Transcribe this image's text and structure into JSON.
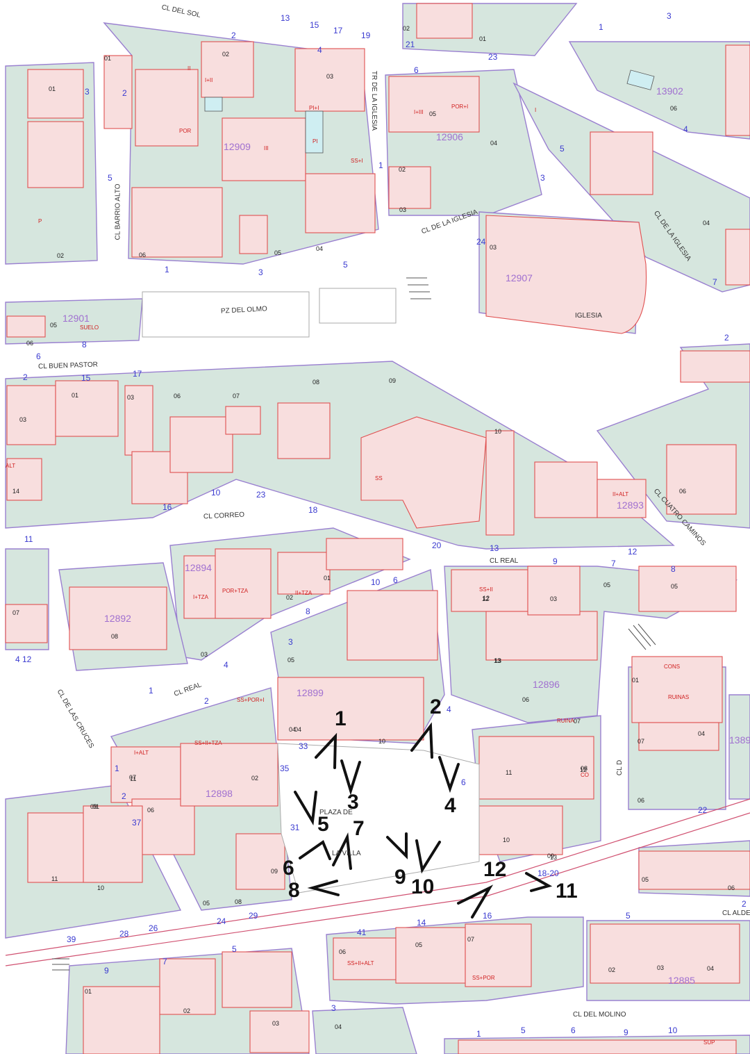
{
  "colors": {
    "background": "#ffffff",
    "block_fill": "#d6e6de",
    "building_fill": "#f8dede",
    "building_stroke": "#e05050",
    "parcel_stroke": "#9a80d0",
    "street_number": "#3a3ad0",
    "parcel_id": "#a070d0",
    "floor_code": "#d02020",
    "viewpoint": "#111111"
  },
  "streets": {
    "cl_del_sol": "CL DEL SOL",
    "cl_barrio_alto": "CL BARRIO ALTO",
    "tr_de_la_iglesia": "TR DE LA IGLESIA",
    "cl_de_la_iglesia_1": "CL DE LA IGLESIA",
    "cl_de_la_iglesia_2": "CL DE LA IGLESIA",
    "pz_del_olmo": "PZ DEL OLMO",
    "cl_buen_pastor": "CL BUEN PASTOR",
    "cl_correo": "CL CORREO",
    "cl_cuatro_caminos": "CL CUATRO CAMINOS",
    "cl_real_1": "CL REAL",
    "cl_real_2": "CL REAL",
    "cl_de_las_cruces": "CL DE LAS CRUCES",
    "plaza_1": "PLAZA DE",
    "plaza_2": "LA VILLA",
    "cl_d": "CL D",
    "cl_alde": "CL ALDE",
    "cl_del_molino": "CL DEL MOLINO",
    "iglesia": "IGLESIA"
  },
  "parcels": {
    "p12909": "12909",
    "p12906": "12906",
    "p13902": "13902",
    "p12907": "12907",
    "p12901": "12901",
    "p12893": "12893",
    "p12894": "12894",
    "p12892": "12892",
    "p12899": "12899",
    "p12896": "12896",
    "p12898": "12898",
    "p12885": "12885",
    "p1389": "1389"
  },
  "house_numbers": [
    "13",
    "15",
    "17",
    "19",
    "21",
    "23",
    "3",
    "1",
    "2",
    "4",
    "6",
    "2",
    "3",
    "5",
    "1",
    "3",
    "5",
    "24",
    "7",
    "5",
    "3",
    "1",
    "2",
    "4",
    "6",
    "8",
    "2",
    "15",
    "17",
    "23",
    "10",
    "16",
    "18",
    "20",
    "13",
    "12",
    "11",
    "9",
    "7",
    "8",
    "10",
    "6",
    "8",
    "4",
    "1",
    "2",
    "3",
    "4",
    "12",
    "1",
    "2",
    "37",
    "35",
    "33",
    "31",
    "29",
    "24",
    "26",
    "28",
    "39",
    "41",
    "14",
    "16",
    "18-20",
    "22",
    "9",
    "7",
    "5",
    "3",
    "1",
    "5",
    "6",
    "9",
    "10",
    "2",
    "5",
    "4",
    "6"
  ],
  "sub_numbers": [
    "02",
    "03",
    "04",
    "05",
    "06",
    "01",
    "02",
    "01",
    "02",
    "03",
    "04",
    "05",
    "06",
    "01",
    "02",
    "03",
    "04",
    "05",
    "06",
    "01",
    "03",
    "06",
    "07",
    "08",
    "09",
    "10",
    "14",
    "03",
    "01",
    "02",
    "03",
    "05",
    "06",
    "12",
    "13",
    "06",
    "07",
    "05",
    "01",
    "04",
    "06",
    "07",
    "08",
    "09",
    "10",
    "11",
    "12",
    "13",
    "03",
    "02",
    "04",
    "05",
    "06",
    "07",
    "09",
    "10",
    "11",
    "01",
    "02",
    "03",
    "04",
    "05",
    "06",
    "07",
    "08",
    "09",
    "10",
    "11",
    "12",
    "13",
    "01",
    "02",
    "03",
    "04",
    "05",
    "06",
    "07",
    "08",
    "04",
    "05"
  ],
  "codes": [
    "P",
    "I",
    "II",
    "III",
    "POR",
    "PI",
    "SS",
    "SS+I",
    "I+II",
    "I+III",
    "PI+I",
    "SS+II",
    "POR+I",
    "SUELO",
    "ALT",
    "I+TZA",
    "POR+TZA",
    "II+TZA",
    "II+ALT",
    "SS+POR+I",
    "SS+II+TZA",
    "I+ALT",
    "CONS",
    "RUINAS",
    "RUINA",
    "CO",
    "SS+II+ALT",
    "SS+POR",
    "SUP"
  ],
  "viewpoints": [
    "1",
    "2",
    "3",
    "4",
    "5",
    "6",
    "7",
    "8",
    "9",
    "10",
    "11",
    "12"
  ]
}
